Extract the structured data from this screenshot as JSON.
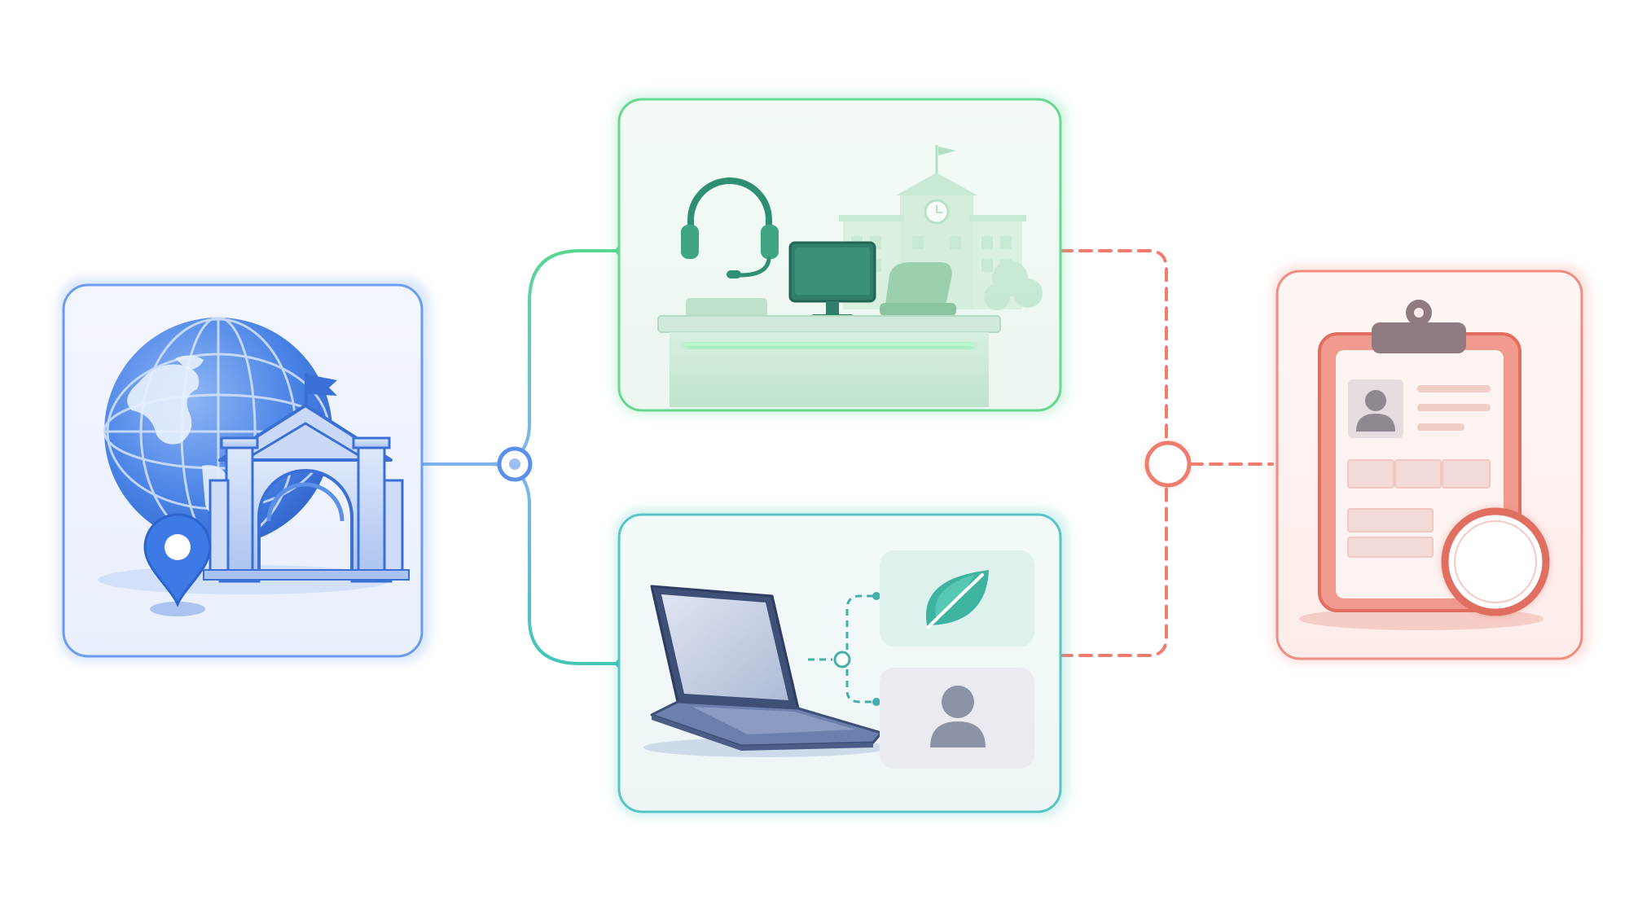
{
  "colors": {
    "blue": "#3d7ae6",
    "green": "#4fd48a",
    "teal": "#3bbfbf",
    "red": "#ee7d70",
    "background": "#ffffff"
  },
  "nodes": [
    {
      "id": "campus-globe",
      "icons": [
        "globe-icon",
        "campus-gate-icon",
        "location-pin-icon",
        "flag-icon"
      ],
      "accent": "blue"
    },
    {
      "id": "help-desk",
      "icons": [
        "headset-icon",
        "desk-monitor-icon",
        "school-building-icon",
        "office-chair-icon"
      ],
      "accent": "green"
    },
    {
      "id": "online-portal",
      "icons": [
        "laptop-icon",
        "leaf-icon",
        "user-profile-icon"
      ],
      "accent": "teal"
    },
    {
      "id": "application-form",
      "icons": [
        "clipboard-icon",
        "profile-photo-icon",
        "stamp-circle-icon"
      ],
      "accent": "red"
    }
  ],
  "connections": [
    {
      "from": "campus-globe",
      "to": "help-desk",
      "style": "solid"
    },
    {
      "from": "campus-globe",
      "to": "online-portal",
      "style": "solid"
    },
    {
      "from": "help-desk",
      "to": "application-form",
      "style": "dashed"
    },
    {
      "from": "online-portal",
      "to": "application-form",
      "style": "dashed"
    }
  ]
}
